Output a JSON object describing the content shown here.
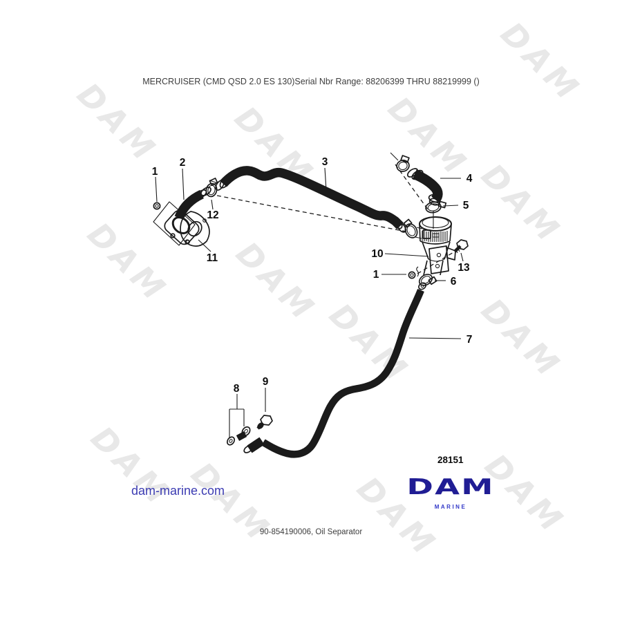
{
  "header": {
    "title": "MERCRUISER (CMD QSD 2.0 ES 130)Serial Nbr Range: 88206399 THRU 88219999 ()"
  },
  "diagram": {
    "drawing_number": "28151",
    "callouts": [
      {
        "id": "1",
        "label": "1"
      },
      {
        "id": "2",
        "label": "2"
      },
      {
        "id": "3",
        "label": "3"
      },
      {
        "id": "4",
        "label": "4"
      },
      {
        "id": "5",
        "label": "5"
      },
      {
        "id": "6",
        "label": "6"
      },
      {
        "id": "7",
        "label": "7"
      },
      {
        "id": "8",
        "label": "8"
      },
      {
        "id": "9",
        "label": "9"
      },
      {
        "id": "10",
        "label": "10"
      },
      {
        "id": "11",
        "label": "11"
      },
      {
        "id": "12",
        "label": "12"
      },
      {
        "id": "13",
        "label": "13"
      },
      {
        "id": "1b",
        "label": "1"
      }
    ]
  },
  "branding": {
    "website": "dam-marine.com",
    "logo_text": "DAM",
    "logo_subtext": "MARINE"
  },
  "footer": {
    "caption": "90-854190006, Oil Separator"
  },
  "watermark": {
    "text": "DAM"
  },
  "colors": {
    "line": "#1b1b1b",
    "link_blue": "#3b3bb2",
    "logo_navy": "#201d94",
    "logo_blue": "#3238c8",
    "watermark_gray": "#e8e8e8",
    "background": "#ffffff"
  }
}
